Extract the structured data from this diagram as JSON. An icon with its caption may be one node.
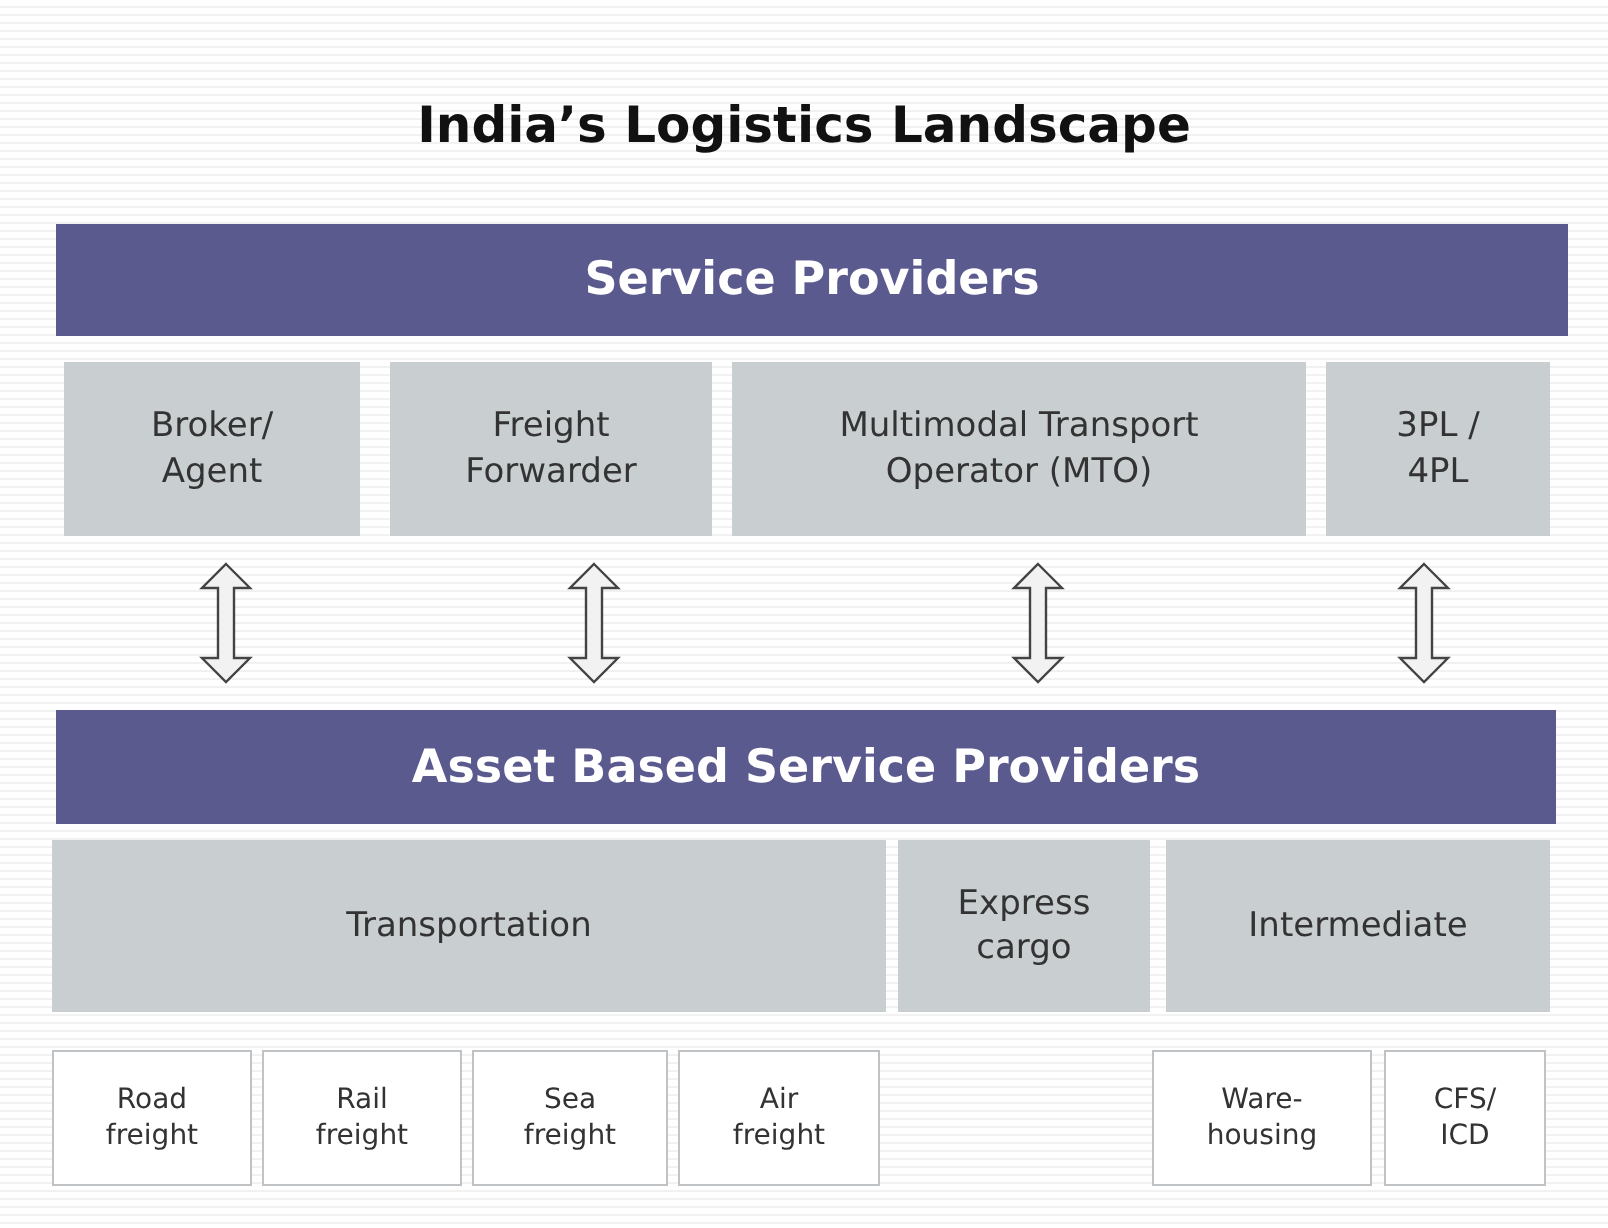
{
  "diagram": {
    "title": "India’s Logistics Landscape",
    "nodes": [
      {
        "text": [
          "Service Providers"
        ]
      },
      {
        "text": [
          "Broker/ Agent"
        ]
      },
      {
        "text": [
          "Freight Forwarder"
        ]
      },
      {
        "text": [
          "Multimodal Transport Operator (MTO)"
        ]
      },
      {
        "text": [
          "3PL / 4PL"
        ]
      },
      {
        "text": [
          "Asset Based Service Providers"
        ]
      },
      {
        "text": [
          "Transportation"
        ]
      },
      {
        "text": [
          "Express cargo"
        ]
      },
      {
        "text": [
          "Intermediate"
        ]
      },
      {
        "text": [
          "Road freight"
        ]
      },
      {
        "text": [
          "Rail freight"
        ]
      },
      {
        "text": [
          "Sea freight"
        ]
      },
      {
        "text": [
          "Air freight"
        ]
      },
      {
        "text": [
          "Ware- housing"
        ]
      },
      {
        "text": [
          "CFS/ ICD"
        ]
      }
    ],
    "edges": [
      {
        "from": 1,
        "to": 5,
        "arrow": "both"
      },
      {
        "from": 2,
        "to": 5,
        "arrow": "both"
      },
      {
        "from": 3,
        "to": 5,
        "arrow": "both"
      },
      {
        "from": 4,
        "to": 5,
        "arrow": "both"
      }
    ]
  }
}
